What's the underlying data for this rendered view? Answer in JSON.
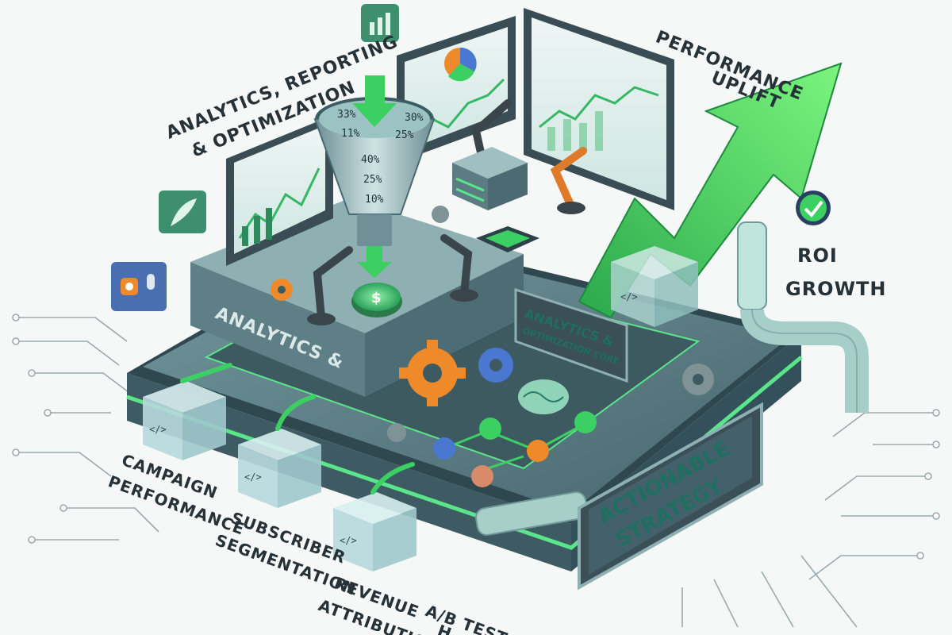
{
  "labels": {
    "analytics_reporting_line1": "ANALYTICS, REPORTING",
    "analytics_reporting_line2": "& OPTIMIZATION",
    "performance_uplift_line1": "PERFORMANCE",
    "performance_uplift_line2": "UPLIFT",
    "roi_growth_line1": "ROI",
    "roi_growth_line2": "GROWTH",
    "campaign_line1": "CAMPAIGN",
    "campaign_line2": "PERFORMANCE",
    "subscriber_line1": "SUBSCRIBER",
    "subscriber_line2": "SEGMENTATION",
    "revenue_line1": "REVENUE",
    "revenue_line2": "ATTRIBUTION",
    "ab_line1": "A/B TEST",
    "ab_line2": "H"
  },
  "platform": {
    "side_label": "ANALYTICS &",
    "core_sign_line1": "ANALYTICS &",
    "core_sign_line2": "OPTIMIZATION CORE",
    "strategy_line1": "ACTIONABLE",
    "strategy_line2": "STRATEGY"
  },
  "funnel": {
    "percents": [
      "33%",
      "30%",
      "11%",
      "25%",
      "40%",
      "25%",
      "10%"
    ],
    "coin_symbol": "$"
  },
  "code_glyph": "</>",
  "colors": {
    "platform_top": "#5c7c83",
    "platform_side": "#3e5b63",
    "glow": "#5be58a",
    "growth_arrow": "#3ccf62",
    "gear_orange": "#ef8a2b",
    "gear_blue": "#4a78d0",
    "sign_bg": "#3a4f56",
    "sign_text": "#6fe3b8"
  }
}
